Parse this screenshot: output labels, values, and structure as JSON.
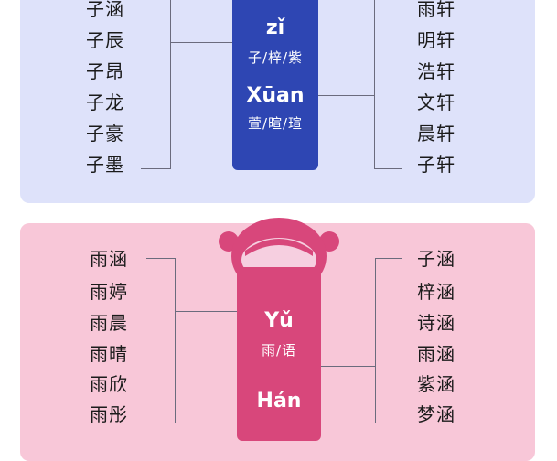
{
  "top": {
    "left_names": [
      "子涵",
      "子辰",
      "子昂",
      "子龙",
      "子豪",
      "子墨"
    ],
    "right_names": [
      "雨轩",
      "明轩",
      "浩轩",
      "文轩",
      "晨轩",
      "子轩"
    ],
    "pill": {
      "py1": "zǐ",
      "cn1": "子/梓/紫",
      "py2": "Xūan",
      "cn2": "萱/暄/瑄"
    },
    "colors": {
      "panel": "#dee2fa",
      "pill": "#2e46b3"
    }
  },
  "bottom": {
    "left_names": [
      "雨涵",
      "雨婷",
      "雨晨",
      "雨晴",
      "雨欣",
      "雨彤"
    ],
    "right_names": [
      "子涵",
      "梓涵",
      "诗涵",
      "雨涵",
      "紫涵",
      "梦涵"
    ],
    "pill": {
      "py1": "Yǔ",
      "cn1": "雨/语",
      "py2": "Hán"
    },
    "colors": {
      "panel": "#f8c7d8",
      "pill": "#d8477b"
    }
  }
}
